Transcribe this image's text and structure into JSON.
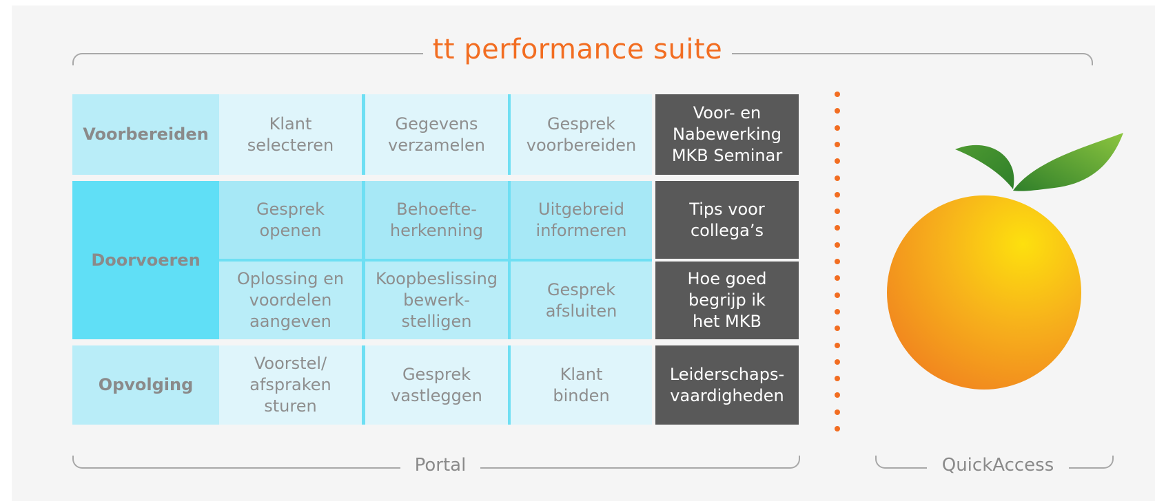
{
  "title": "tt performance suite",
  "labels": {
    "portal": "Portal",
    "quickaccess": "QuickAccess"
  },
  "rows": {
    "voorbereiden": {
      "header": "Voorbereiden",
      "cells": [
        "Klant\nselecteren",
        "Gegevens\nverzamelen",
        "Gesprek\nvoorbereiden"
      ],
      "extra": "Voor- en\nNabewerking\nMKB Seminar"
    },
    "doorvoeren": {
      "header": "Doorvoeren",
      "cells_top": [
        "Gesprek\nopenen",
        "Behoefte-\nherkenning",
        "Uitgebreid\ninformeren"
      ],
      "cells_bottom": [
        "Oplossing en\nvoordelen\naangeven",
        "Koopbeslissing\nbewerk-\nstelligen",
        "Gesprek\nafsluiten"
      ],
      "extra_top": "Tips voor\ncollega’s",
      "extra_bottom": "Hoe goed\nbegrijp ik\nhet MKB"
    },
    "opvolging": {
      "header": "Opvolging",
      "cells": [
        "Voorstel/\nafspraken\nsturen",
        "Gesprek\nvastleggen",
        "Klant\nbinden"
      ],
      "extra": "Leiderschaps-\nvaardigheden"
    }
  },
  "colors": {
    "accent_orange": "#f26d21",
    "header_light_cyan": "#b9edf8",
    "header_bright_cyan": "#60dff6",
    "cell_pale_cyan": "#dff5fb",
    "cell_mid_cyan": "#a7e8f6",
    "dark_tile": "#595959",
    "leaf_green": "#3f9a32"
  },
  "icons": {
    "logo": "orange-fruit-icon"
  }
}
